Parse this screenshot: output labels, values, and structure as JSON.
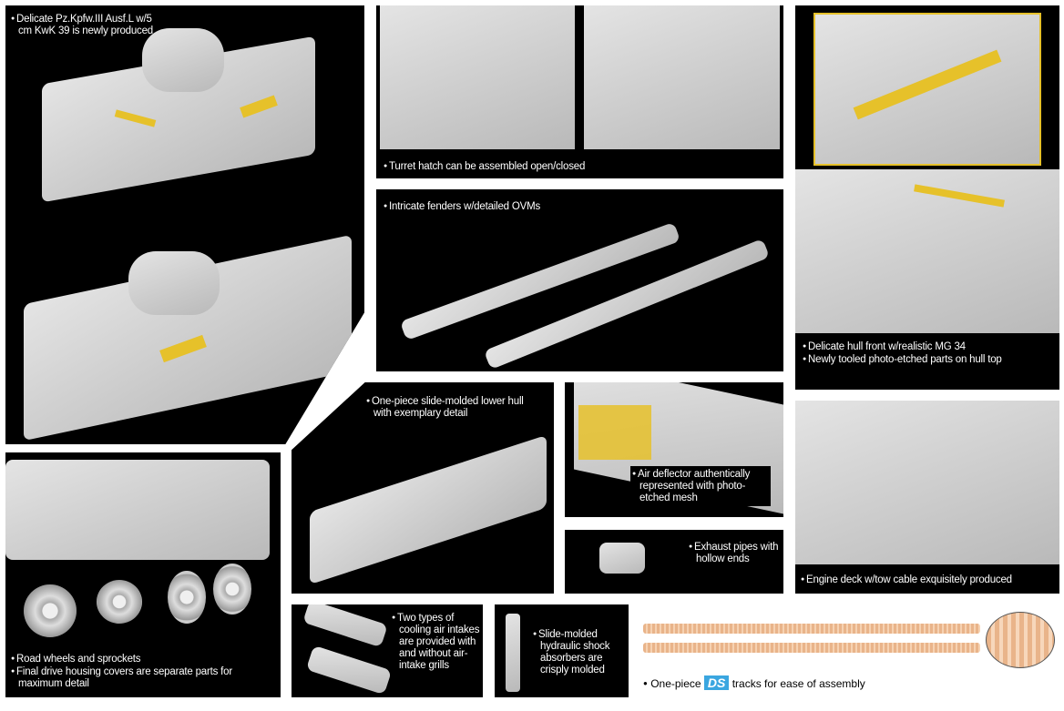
{
  "captions": {
    "main_tank": "Delicate Pz.Kpfw.III Ausf.L w/5 cm KwK 39 is newly produced",
    "turret_hatch": "Turret hatch can be assembled open/closed",
    "fenders": "Intricate fenders w/detailed OVMs",
    "hull_front_1": "Delicate hull front w/realistic MG 34",
    "hull_front_2": "Newly tooled photo-etched parts on hull top",
    "lower_hull": "One-piece slide-molded lower hull with exemplary detail",
    "air_deflector": "Air deflector authentically represented with photo-etched mesh",
    "exhaust": "Exhaust pipes with hollow ends",
    "engine_deck": "Engine deck w/tow cable exquisitely produced",
    "wheels_1": "Road wheels and sprockets",
    "wheels_2": "Final drive housing covers are separate parts for maximum detail",
    "intakes": "Two types of cooling air intakes are provided with and without air-intake grills",
    "shocks": "Slide-molded hydraulic shock absorbers are crisply molded",
    "tracks_pre": "One-piece",
    "tracks_logo": "DS",
    "tracks_post": "tracks for ease of assembly"
  },
  "colors": {
    "photo_etch": "#e6c12a",
    "ds_logo": "#3aa6e0",
    "track": "#e9b48a"
  }
}
